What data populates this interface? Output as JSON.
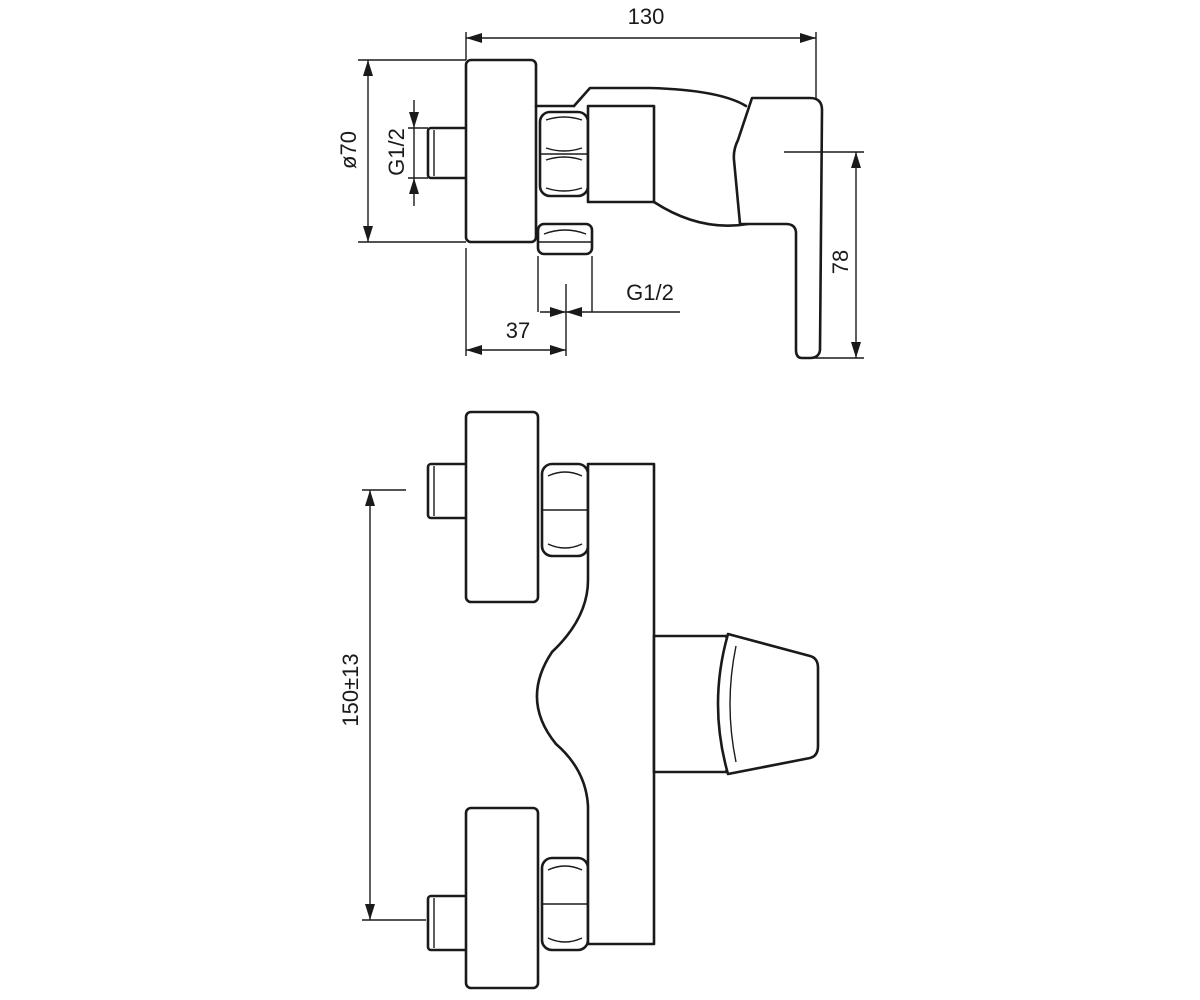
{
  "dimensions": {
    "overall_length": "130",
    "body_diameter": "ø70",
    "inlet_thread": "G1/2",
    "outlet_thread": "G1/2",
    "outlet_offset": "37",
    "handle_height": "78",
    "inlet_spacing": "150±13"
  },
  "colors": {
    "line": "#1a1a1a",
    "background": "#ffffff"
  }
}
